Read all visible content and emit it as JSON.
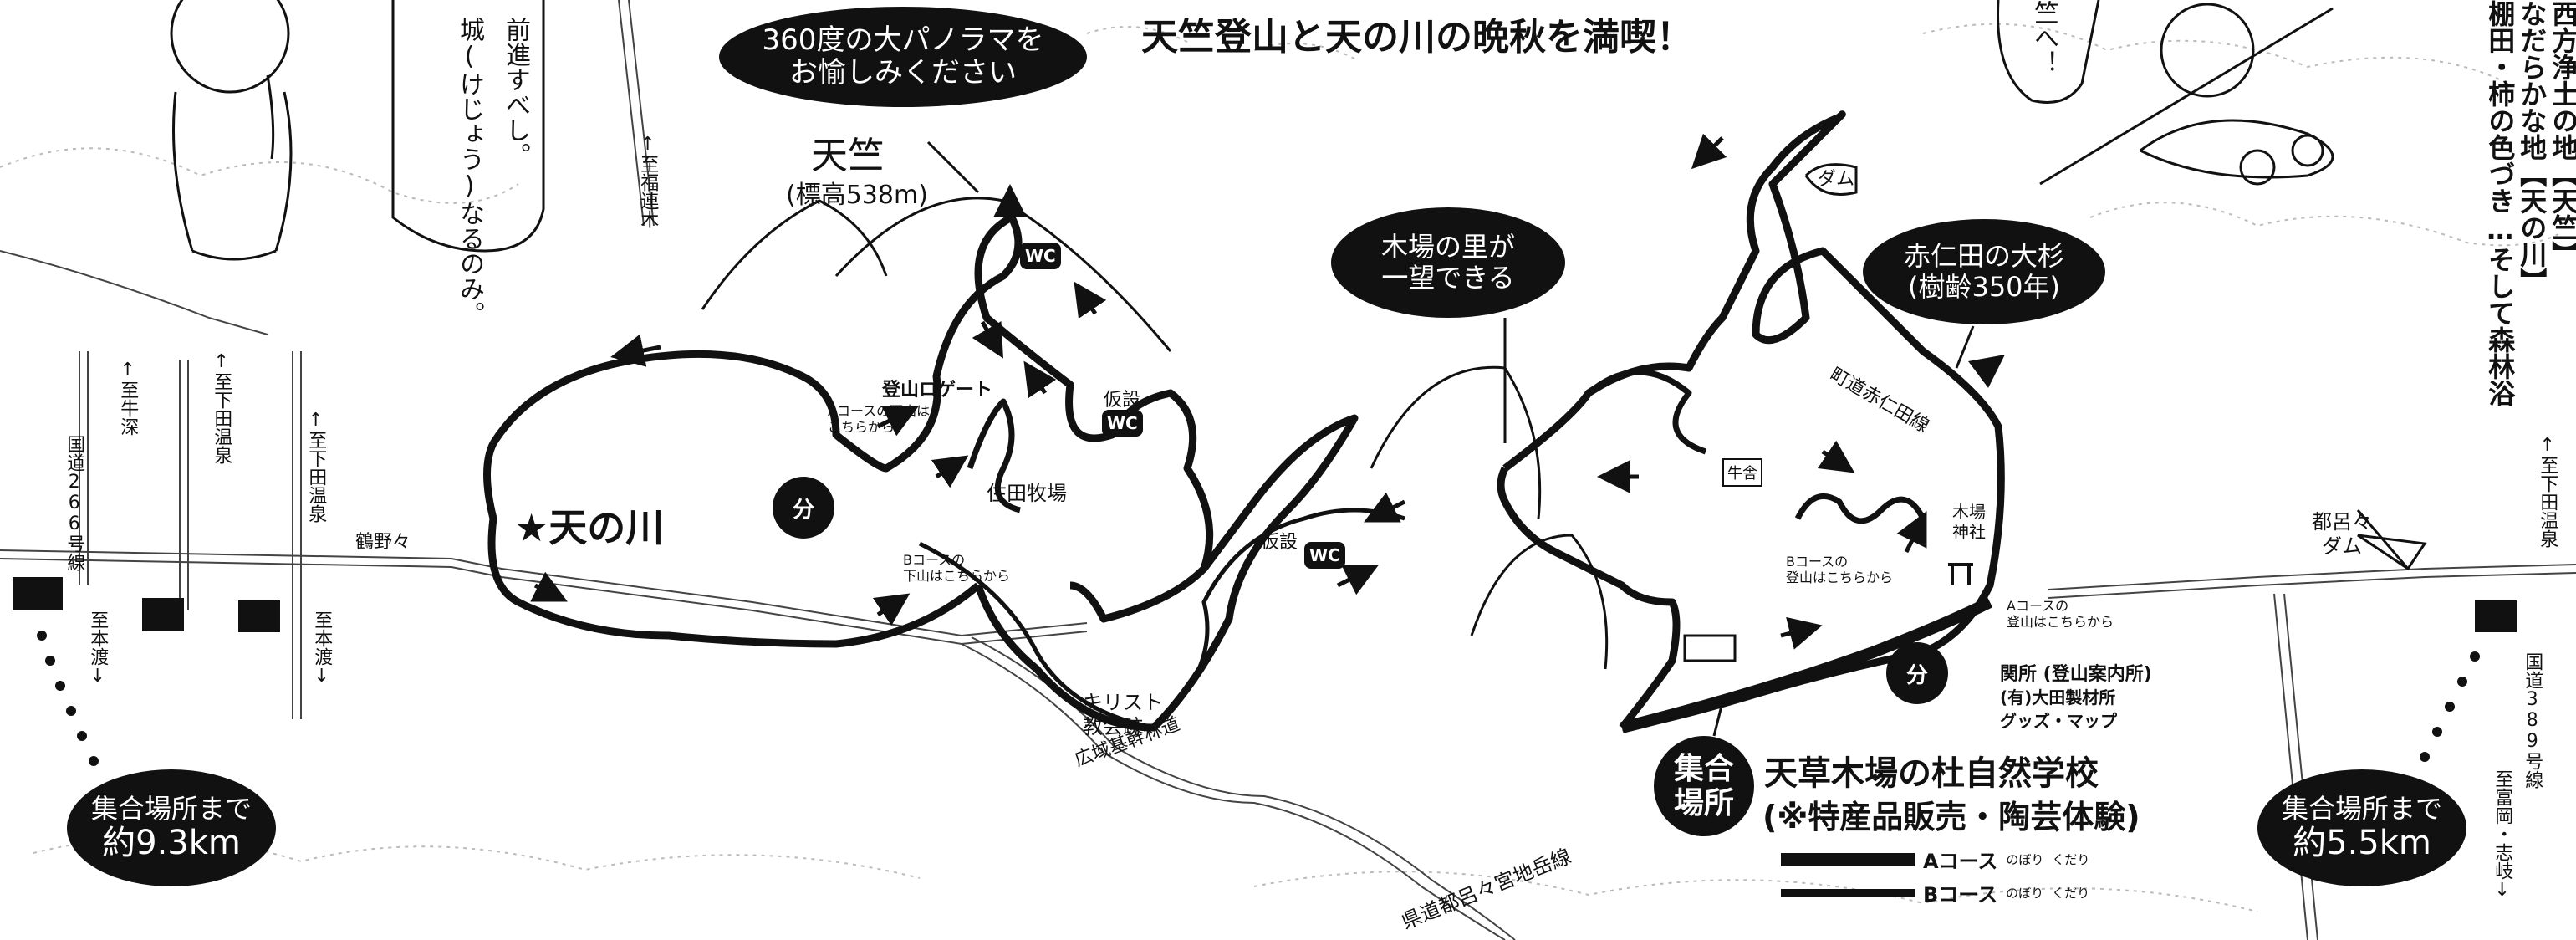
{
  "header": {
    "headline": "天竺登山と天の川の晩秋を満喫！",
    "right_vertical_text": [
      "西方浄土の地【天竺】",
      "なだらかな地【天の川】",
      "棚田・柿の色づき…そして森林浴"
    ]
  },
  "speech": {
    "buddha_lines": [
      "前進すべし。",
      "城(けじょう)なるのみ。"
    ],
    "monkey_line": "竺へ！"
  },
  "callouts": {
    "panorama": [
      "360度の大パノラマを",
      "お愉しみください"
    ],
    "kibaba": [
      "木場の里が",
      "一望できる"
    ],
    "akanita": [
      "赤仁田の大杉",
      "(樹齢350年)"
    ]
  },
  "summit": {
    "name": "天竺",
    "elevation": "(標高538m)"
  },
  "places": {
    "amanogawa": "★天の川",
    "gate": "登山ロゲート",
    "sumita_farm": "住田牧場",
    "church": "キリスト\n教会跡",
    "forest_road": "広域基幹林道",
    "prefectural_road": "県道都呂々宮地岳線",
    "town_road": "町道赤仁田線",
    "tsurunono": "鶴野々",
    "toroko_dam": "都呂々\nダム",
    "dam_top": "ダム",
    "kiba_shrine": "木場\n神社",
    "ushi_sign": "牛舎"
  },
  "course_notes": {
    "a_descent": "Aコースの下山は\nこちらから",
    "b_descent": "Bコースの\n下山はこちらから",
    "b_climb": "Bコースの\n登山はこちらから",
    "a_climb": "Aコースの\n登山はこちらから"
  },
  "facilities": {
    "wc": "WC",
    "kasetsu": "仮設",
    "junction": "分"
  },
  "sekisho": {
    "line1": "関所 (登山案内所)",
    "line2": "(有)大田製材所",
    "line3": "グッズ・マップ"
  },
  "school": {
    "badge": [
      "集合",
      "場所"
    ],
    "name": "天草木場の杜自然学校",
    "sub": "(※特産品販売・陶芸体験)"
  },
  "roads_vertical": {
    "fukuren": "↑至福連木",
    "gyushin": "↑至牛深",
    "shimoda1": "↑至下田温泉",
    "shimoda2": "↑至下田温泉",
    "route266": "国道266号線",
    "hondo1": "至本渡↓",
    "hondo2": "至本渡↓",
    "shimoda_right": "↑至下田温泉",
    "route389": "国道389号線",
    "tomioka": "至富岡・志岐↓"
  },
  "meeting": {
    "left": [
      "集合場所まで",
      "約9.3km"
    ],
    "right": [
      "集合場所まで",
      "約5.5km"
    ]
  },
  "legend": {
    "a_course": "Aコース",
    "b_course": "Bコース",
    "up": "のぼり",
    "down": "くだり"
  },
  "colors": {
    "ink": "#111111",
    "paper": "#ffffff",
    "road": "#444444"
  }
}
